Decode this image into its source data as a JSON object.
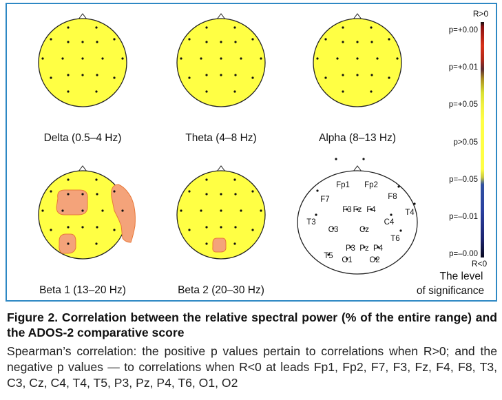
{
  "maps": [
    {
      "label": "Delta (0.5–4 Hz)"
    },
    {
      "label": "Theta (4–8 Hz)"
    },
    {
      "label": "Alpha (8–13 Hz)"
    },
    {
      "label": "Beta 1 (13–20 Hz)"
    },
    {
      "label": "Beta 2 (20–30 Hz)"
    }
  ],
  "electrode_labels": [
    "Fp1",
    "Fp2",
    "F7",
    "F3",
    "Fz",
    "F4",
    "F8",
    "T3",
    "C3",
    "Cz",
    "C4",
    "T4",
    "T5",
    "P3",
    "Pz",
    "P4",
    "T6",
    "O1",
    "O2"
  ],
  "colors": {
    "map_fill": "#ffff44",
    "significant_region": "#f4a37a",
    "outline": "#222222",
    "frame": "#2e88c4"
  },
  "scale": {
    "top_label": "R>0",
    "bottom_label": "R<0",
    "ticks": [
      "p=+0.00",
      "p=+0.01",
      "p=+0.05",
      "p>0.05",
      "p=–0.05",
      "p=–0.01",
      "p=–0.00"
    ],
    "title_line1": "The level",
    "title_line2": "of significance"
  },
  "caption": {
    "title": "Figure 2. Correlation between the relative spectral power (% of the entire range) and the ADOS-2 comparative score",
    "body": "Spearman’s correlation: the positive p values pertain to correlations when R>0; and the negative p values — to correlations when R<0 at leads Fp1, Fp2, F7, F3, Fz, F4, F8, T3, C3, Cz, C4, T4, T5, P3, Pz, P4, T6, O1, O2"
  }
}
